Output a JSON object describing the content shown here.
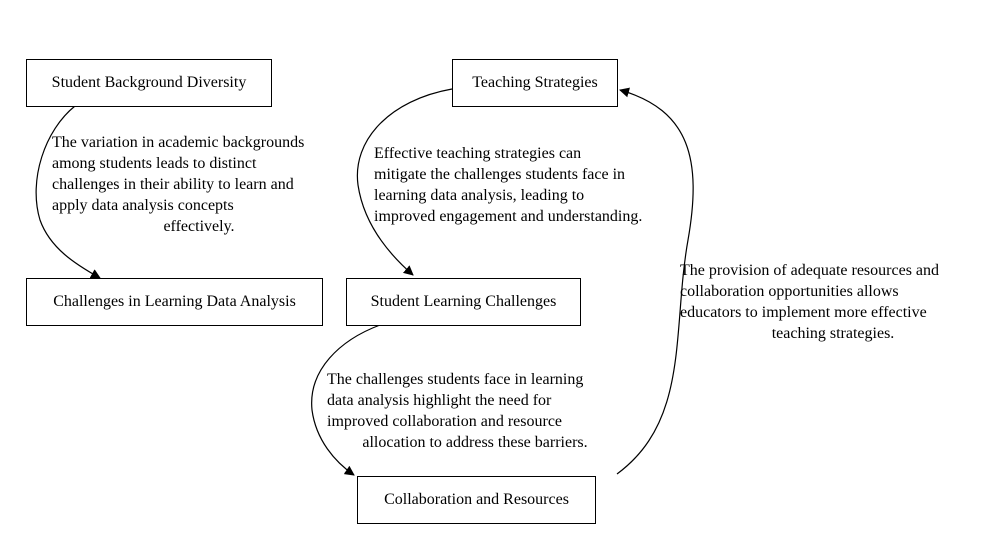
{
  "nodes": {
    "student_background_diversity": "Student Background Diversity",
    "challenges_learning_data_analysis": "Challenges in Learning Data Analysis",
    "teaching_strategies": "Teaching Strategies",
    "student_learning_challenges": "Student Learning Challenges",
    "collaboration_and_resources": "Collaboration and Resources"
  },
  "edges": {
    "background_to_challenges": {
      "lines": [
        "The variation in academic backgrounds",
        "among students leads to distinct",
        "challenges in their ability to learn and",
        "apply data analysis concepts",
        "effectively."
      ]
    },
    "teaching_to_learning": {
      "lines": [
        "Effective teaching strategies can",
        "mitigate the challenges students face in",
        "learning data analysis, leading to",
        "improved engagement and understanding."
      ]
    },
    "learning_to_collaboration": {
      "lines": [
        "The challenges students face in learning",
        "data analysis highlight the need for",
        "improved collaboration and resource",
        "allocation to address these barriers."
      ]
    },
    "collaboration_to_teaching": {
      "lines": [
        "The provision of adequate resources and",
        "collaboration opportunities allows",
        "educators to implement more effective",
        "teaching strategies."
      ]
    }
  },
  "colors": {
    "stroke": "#000000",
    "background": "#ffffff",
    "text": "#000000"
  }
}
